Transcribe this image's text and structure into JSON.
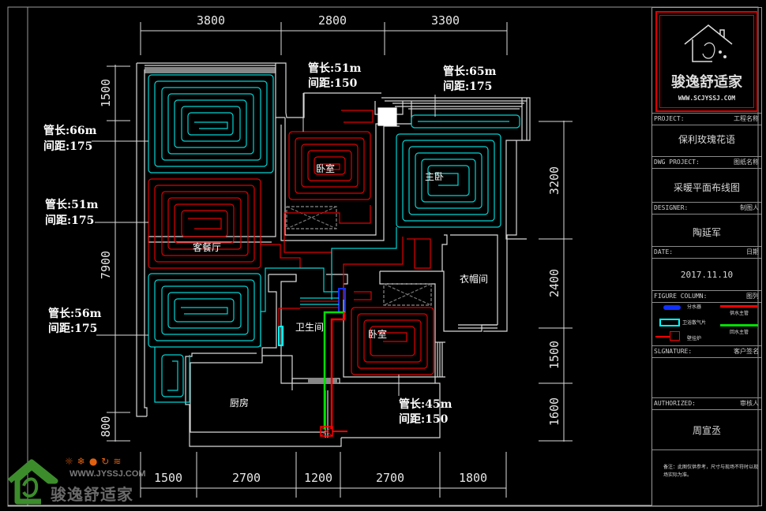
{
  "drawing": {
    "top_dims": [
      "3800",
      "2800",
      "3300"
    ],
    "bottom_dims": [
      "1500",
      "2700",
      "1200",
      "2700",
      "1800"
    ],
    "left_dims": [
      "1500",
      "7900",
      "800"
    ],
    "right_dims": [
      "3200",
      "2400",
      "1500",
      "1600"
    ],
    "rooms": {
      "living_dining": "客餐厅",
      "bedroom_1": "卧室",
      "master_bedroom": "主卧",
      "cloakroom": "衣帽间",
      "bathroom": "卫生间",
      "bedroom_2": "卧室",
      "kitchen": "厨房"
    },
    "loops": [
      {
        "id": "loop-1",
        "length": "管长:66m",
        "spacing": "间距:175",
        "color": "#00d4d4"
      },
      {
        "id": "loop-2",
        "length": "管长:51m",
        "spacing": "间距:175",
        "color": "#e00000"
      },
      {
        "id": "loop-3",
        "length": "管长:56m",
        "spacing": "间距:175",
        "color": "#00d4d4"
      },
      {
        "id": "loop-4",
        "length": "管长:51m",
        "spacing": "间距:150",
        "color": "#e00000"
      },
      {
        "id": "loop-5",
        "length": "管长:65m",
        "spacing": "间距:175",
        "color": "#00d4d4"
      },
      {
        "id": "loop-6",
        "length": "管长:45m",
        "spacing": "间距:150",
        "color": "#e00000"
      }
    ]
  },
  "title_block": {
    "logo_name": "骏逸舒适家",
    "logo_url": "WWW.SCJYSSJ.COM",
    "project_label": "PROJECT:",
    "project_label_cn": "工程名称",
    "project_value": "保利玫瑰花语",
    "dwg_label": "DWG PROJECT:",
    "dwg_label_cn": "图纸名称",
    "dwg_value": "采暖平面布线图",
    "designer_label": "DESIGNER:",
    "designer_label_cn": "制图人",
    "designer_value": "陶延军",
    "date_label": "DATE:",
    "date_label_cn": "日期",
    "date_value": "2017.11.10",
    "figure_label": "FIGURE COLUMN:",
    "figure_label_cn": "图列",
    "legend": {
      "manifold": "分水器",
      "supply": "供水主管",
      "radiator": "卫浴散气片",
      "boiler": "壁挂炉",
      "return": "回水主管"
    },
    "signature_label": "SLGNATURE:",
    "signature_label_cn": "客户签名",
    "authorized_label": "AUTHORIZED:",
    "authorized_label_cn": "审核人",
    "authorized_value": "周宣丞",
    "note": "备注：此图仅供参考，尺寸与现场不符时以现场实际为准。"
  },
  "watermark": {
    "url": "WWW.JYSSJ.COM",
    "name": "骏逸舒适家"
  },
  "colors": {
    "cyan_loop": "#00d4d4",
    "red_loop": "#e00000",
    "green_return": "#00e000",
    "manifold_blue": "#1030ff",
    "wall": "#d8d8d8",
    "logo_green": "#3c8c2c",
    "icon_orange": "#e06010"
  }
}
